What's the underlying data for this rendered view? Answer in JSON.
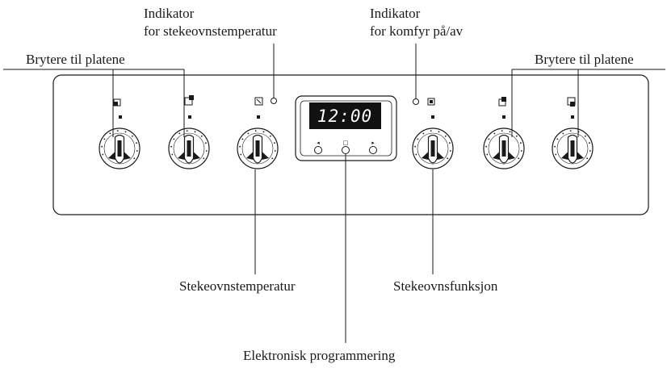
{
  "labels": {
    "indicator_oven_line1": "Indikator",
    "indicator_oven_line2": "for stekeovnstemperatur",
    "indicator_power_line1": "Indikator",
    "indicator_power_line2": "for komfyr på/av",
    "hotplate_switches_left": "Brytere til platene",
    "hotplate_switches_right": "Brytere til platene",
    "oven_temperature": "Stekeovnstemperatur",
    "oven_function": "Stekeovnsfunksjon",
    "electronic_programming": "Elektronisk programmering"
  },
  "display": {
    "time": "12:00"
  },
  "timer_buttons": [
    "◂",
    "□",
    "▸"
  ]
}
